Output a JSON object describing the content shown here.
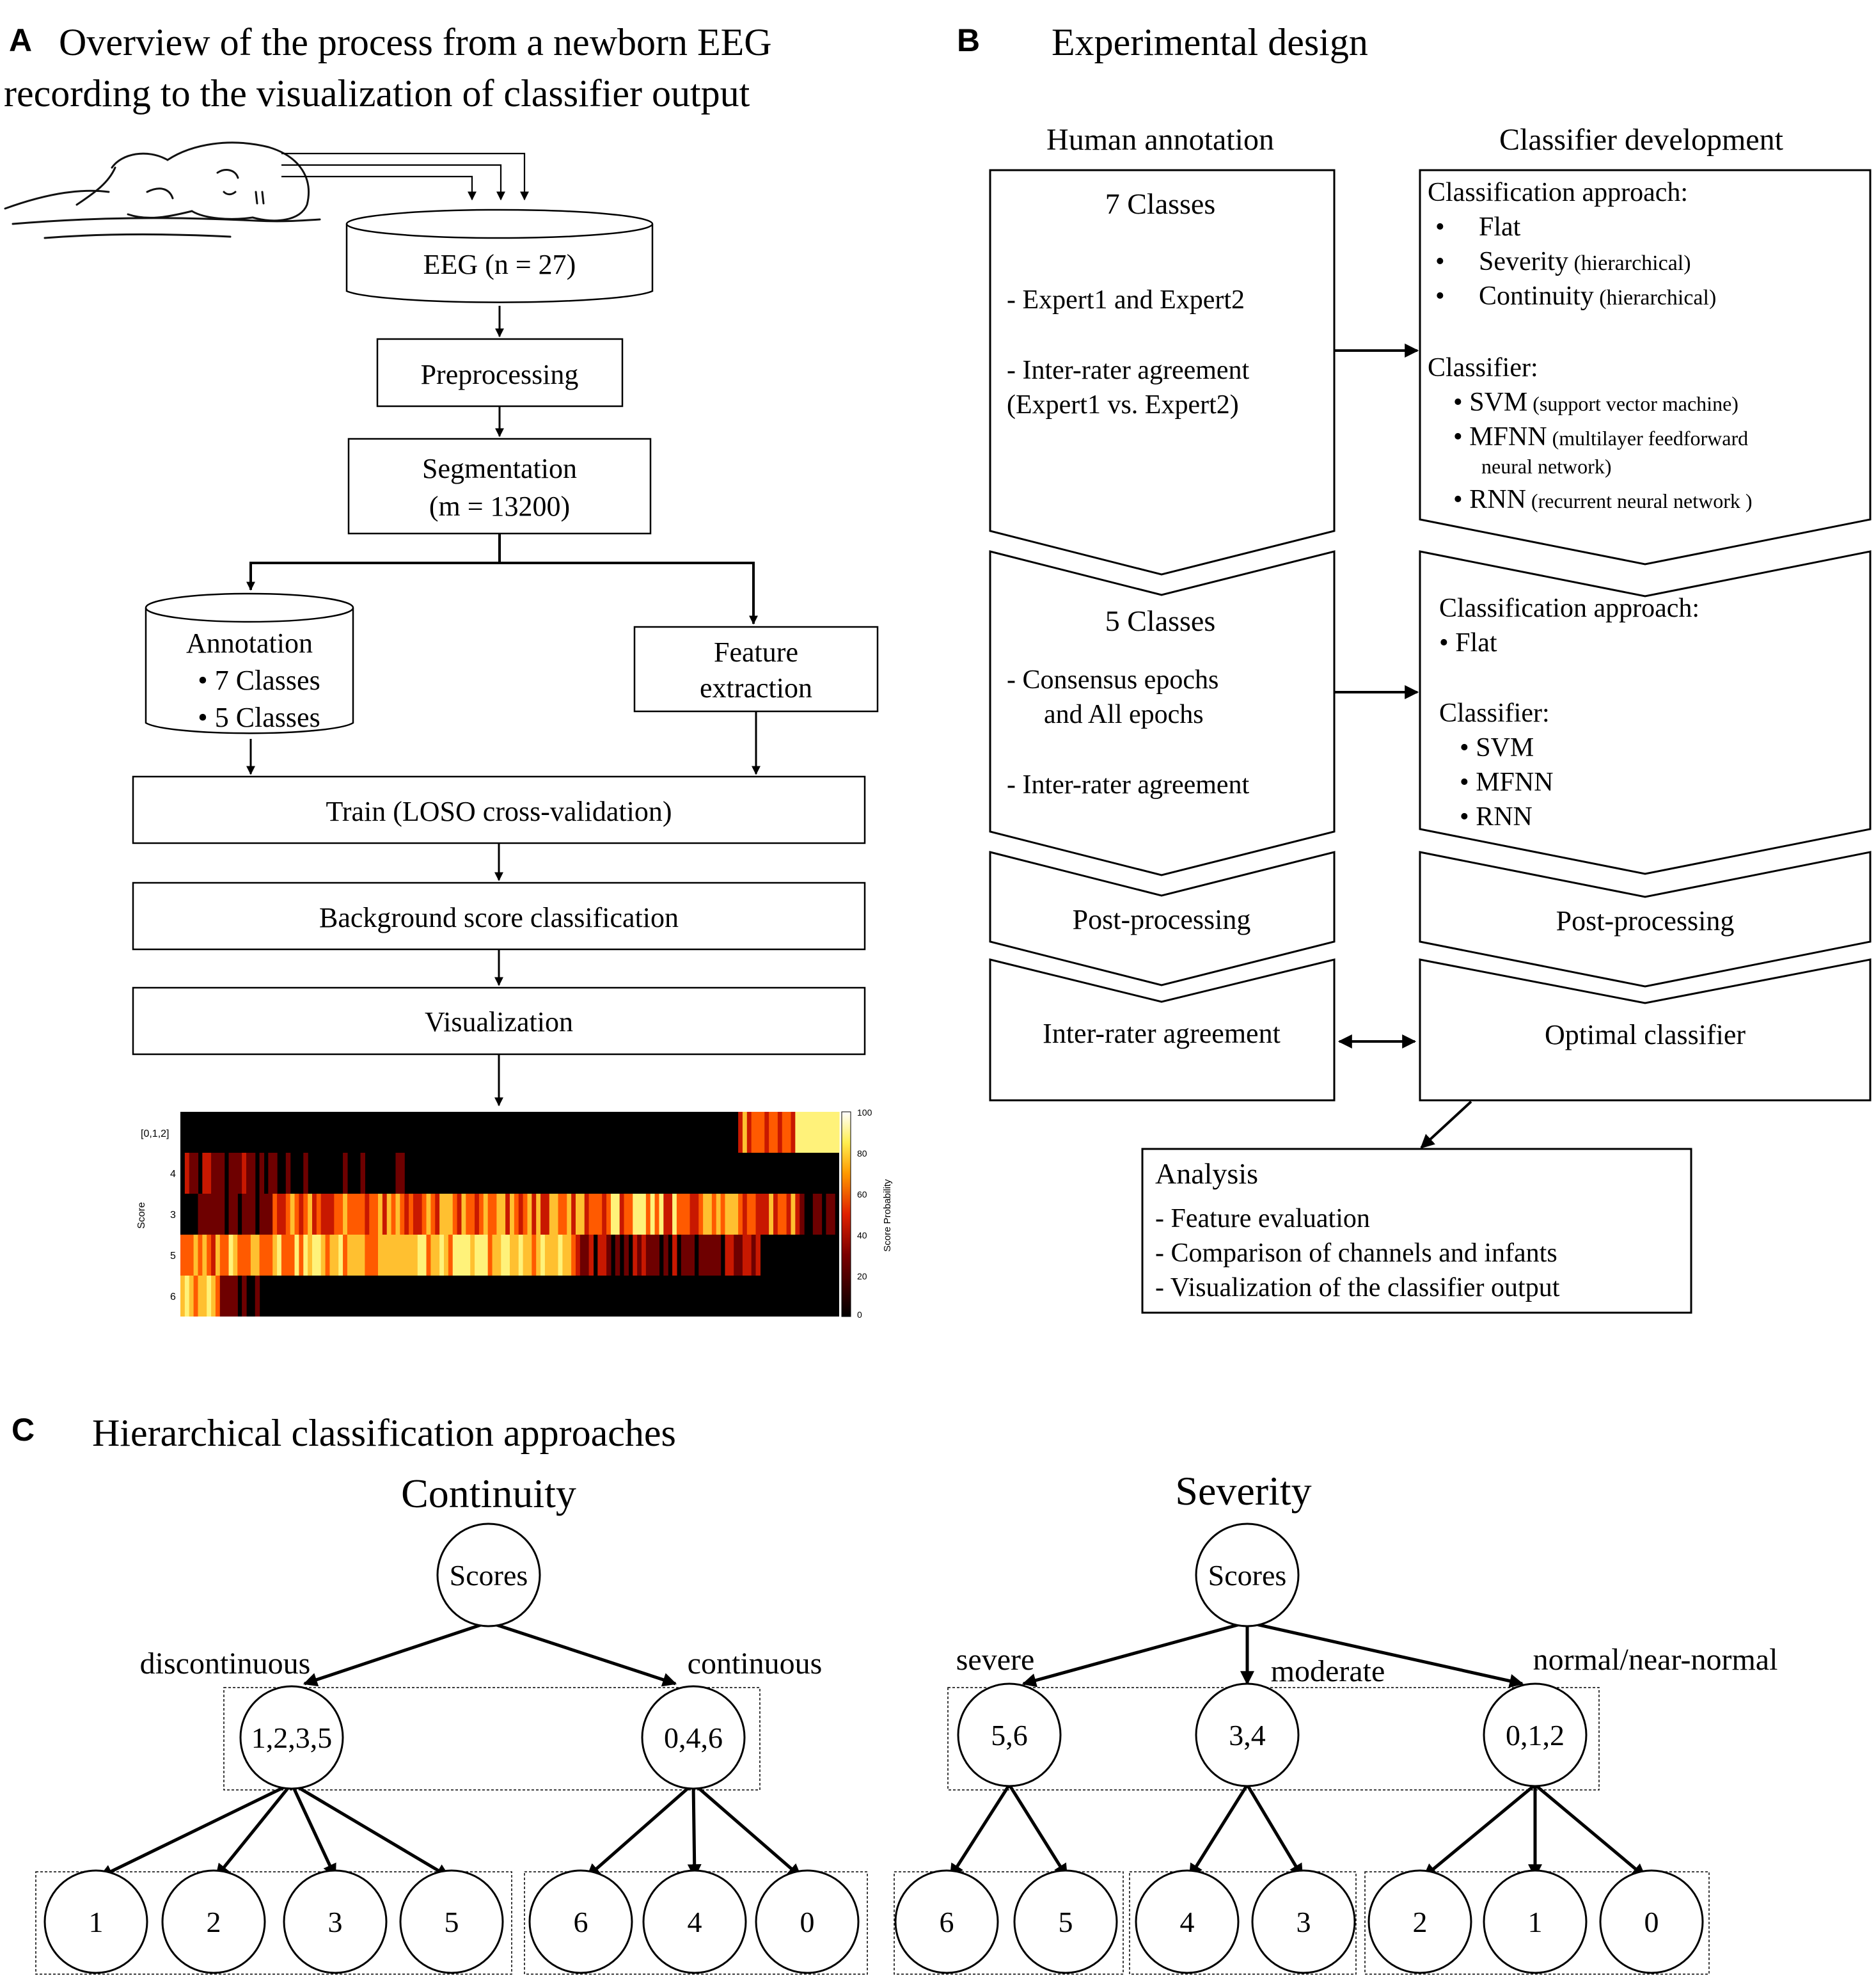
{
  "panelA": {
    "letter": "A",
    "title_line1": "Overview of the process from a newborn EEG",
    "title_line2": "recording to the visualization of classifier output",
    "eeg": "EEG (n = 27)",
    "preprocessing": "Preprocessing",
    "segmentation_line1": "Segmentation",
    "segmentation_line2": "(m = 13200)",
    "annotation_title": "Annotation",
    "annotation_items": [
      "• 7 Classes",
      "• 5 Classes"
    ],
    "feature_line1": "Feature",
    "feature_line2": "extraction",
    "train": "Train (LOSO cross-validation)",
    "background": "Background score classification",
    "visualization": "Visualization",
    "heatmap": {
      "rows": [
        "[0,1,2]",
        "4",
        "3",
        "5",
        "6"
      ],
      "ylabel": "Score",
      "colorbar_label": "Score Probability",
      "colorbar_ticks": [
        "100",
        "80",
        "60",
        "40",
        "20",
        "0"
      ]
    }
  },
  "panelB": {
    "letter": "B",
    "title": "Experimental design",
    "col_left_header": "Human annotation",
    "col_right_header": "Classifier development",
    "ha1_title": "7 Classes",
    "ha1_item1": "- Expert1 and Expert2",
    "ha1_item2_line1": "- Inter-rater agreement",
    "ha1_item2_line2": "(Expert1 vs. Expert2)",
    "cd1_approach": "Classification approach:",
    "cd1_approaches": [
      {
        "bullet": "•",
        "name": "Flat",
        "note": ""
      },
      {
        "bullet": "•",
        "name": "Severity",
        "note": " (hierarchical)"
      },
      {
        "bullet": "•",
        "name": "Continuity",
        "note": " (hierarchical)"
      }
    ],
    "cd1_classifier": "Classifier:",
    "cd1_svm": "SVM",
    "cd1_svm_note": " (support vector machine)",
    "cd1_mfnn": "MFNN",
    "cd1_mfnn_note": " (multilayer feedforward",
    "cd1_mfnn_note2": "neural network)",
    "cd1_rnn": "RNN",
    "cd1_rnn_note": " (recurrent neural network )",
    "ha2_title": "5 Classes",
    "ha2_item1_line1": "-    Consensus epochs",
    "ha2_item1_line2": "and All epochs",
    "ha2_item2": "- Inter-rater agreement",
    "cd2_approach": "Classification approach:",
    "cd2_flat": "•    Flat",
    "cd2_classifier": "Classifier:",
    "cd2_items": [
      "•   SVM",
      "•   MFNN",
      "•   RNN"
    ],
    "postproc_left": "Post-processing",
    "postproc_right": "Post-processing",
    "inter_rater": "Inter-rater agreement",
    "optimal": "Optimal classifier",
    "analysis_title": "Analysis",
    "analysis_items": [
      "-    Feature evaluation",
      "-    Comparison of channels and infants",
      "-    Visualization of the classifier output"
    ]
  },
  "panelC": {
    "letter": "C",
    "title": "Hierarchical classification approaches",
    "continuity": {
      "title": "Continuity",
      "root": "Scores",
      "left_label": "discontinuous",
      "right_label": "continuous",
      "left_node": "1,2,3,5",
      "right_node": "0,4,6",
      "left_leaves": [
        "1",
        "2",
        "3",
        "5"
      ],
      "right_leaves": [
        "6",
        "4",
        "0"
      ]
    },
    "severity": {
      "title": "Severity",
      "root": "Scores",
      "labels": [
        "severe",
        "moderate",
        "normal/near-normal"
      ],
      "nodes": [
        "5,6",
        "3,4",
        "0,1,2"
      ],
      "leaves_1": [
        "6",
        "5"
      ],
      "leaves_2": [
        "4",
        "3"
      ],
      "leaves_3": [
        "2",
        "1",
        "0"
      ]
    }
  }
}
